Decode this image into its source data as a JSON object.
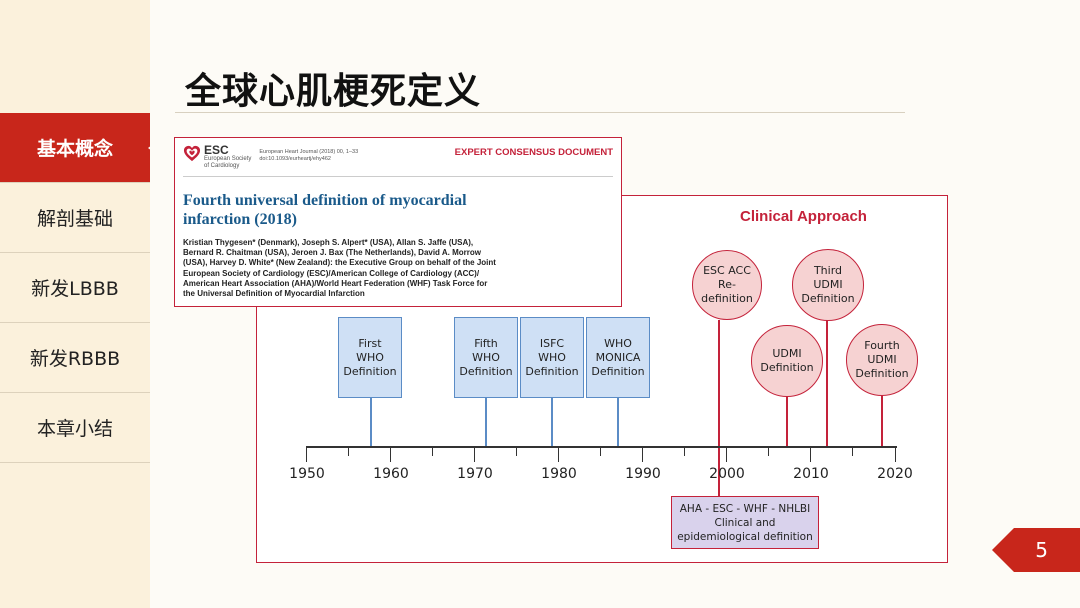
{
  "slide": {
    "title": "全球心肌梗死定义",
    "page_number": "5"
  },
  "sidebar": {
    "items": [
      {
        "label": "基本概念",
        "active": true
      },
      {
        "label": "解剖基础",
        "active": false
      },
      {
        "label": "新发LBBB",
        "active": false
      },
      {
        "label": "新发RBBB",
        "active": false
      },
      {
        "label": "本章小结",
        "active": false
      }
    ]
  },
  "paper": {
    "logo": "ESC",
    "logo_sub": "European Society\nof Cardiology",
    "journal": "European Heart Journal (2018) 00, 1–33\ndoi:10.1093/eurheartj/ehy462",
    "doc_type": "EXPERT CONSENSUS DOCUMENT",
    "title": "Fourth universal definition of myocardial\ninfarction (2018)",
    "authors": "Kristian Thygesen* (Denmark), Joseph S. Alpert* (USA), Allan S. Jaffe (USA),\nBernard R. Chaitman (USA), Jeroen J. Bax (The Netherlands), David A. Morrow\n(USA), Harvey D. White* (New Zealand): the Executive Group on behalf of the Joint\nEuropean Society of Cardiology (ESC)/American College of Cardiology (ACC)/\nAmerican Heart Association (AHA)/World Heart Federation (WHF) Task Force for\nthe Universal Definition of Myocardial Infarction"
  },
  "timeline": {
    "heading": "Clinical Approach",
    "years": [
      "1950",
      "1960",
      "1970",
      "1980",
      "1990",
      "2000",
      "2010",
      "2020"
    ],
    "boxes": [
      {
        "label": "First\nWHO\nDefinition"
      },
      {
        "label": "Fifth\nWHO\nDefinition"
      },
      {
        "label": "ISFC\nWHO\nDefinition"
      },
      {
        "label": "WHO\nMONICA\nDefinition"
      }
    ],
    "circles": [
      {
        "label": "ESC ACC\nRe-\ndefinition"
      },
      {
        "label": "Third\nUDMI\nDefinition"
      },
      {
        "label": "UDMI\nDefinition"
      },
      {
        "label": "Fourth\nUDMI\nDefinition"
      }
    ],
    "bottom_box": {
      "label": "AHA - ESC - WHF - NHLBI\nClinical and\nepidemiological definition"
    }
  },
  "colors": {
    "accent_red": "#c8261b",
    "figure_red": "#c4223a",
    "box_blue": "#cfe0f5",
    "circle_pink": "#f6d2d2",
    "bottom_box_purple": "#d9d2ec",
    "sidebar_bg": "#fbf1dc",
    "paper_title_blue": "#1a5a8a"
  }
}
